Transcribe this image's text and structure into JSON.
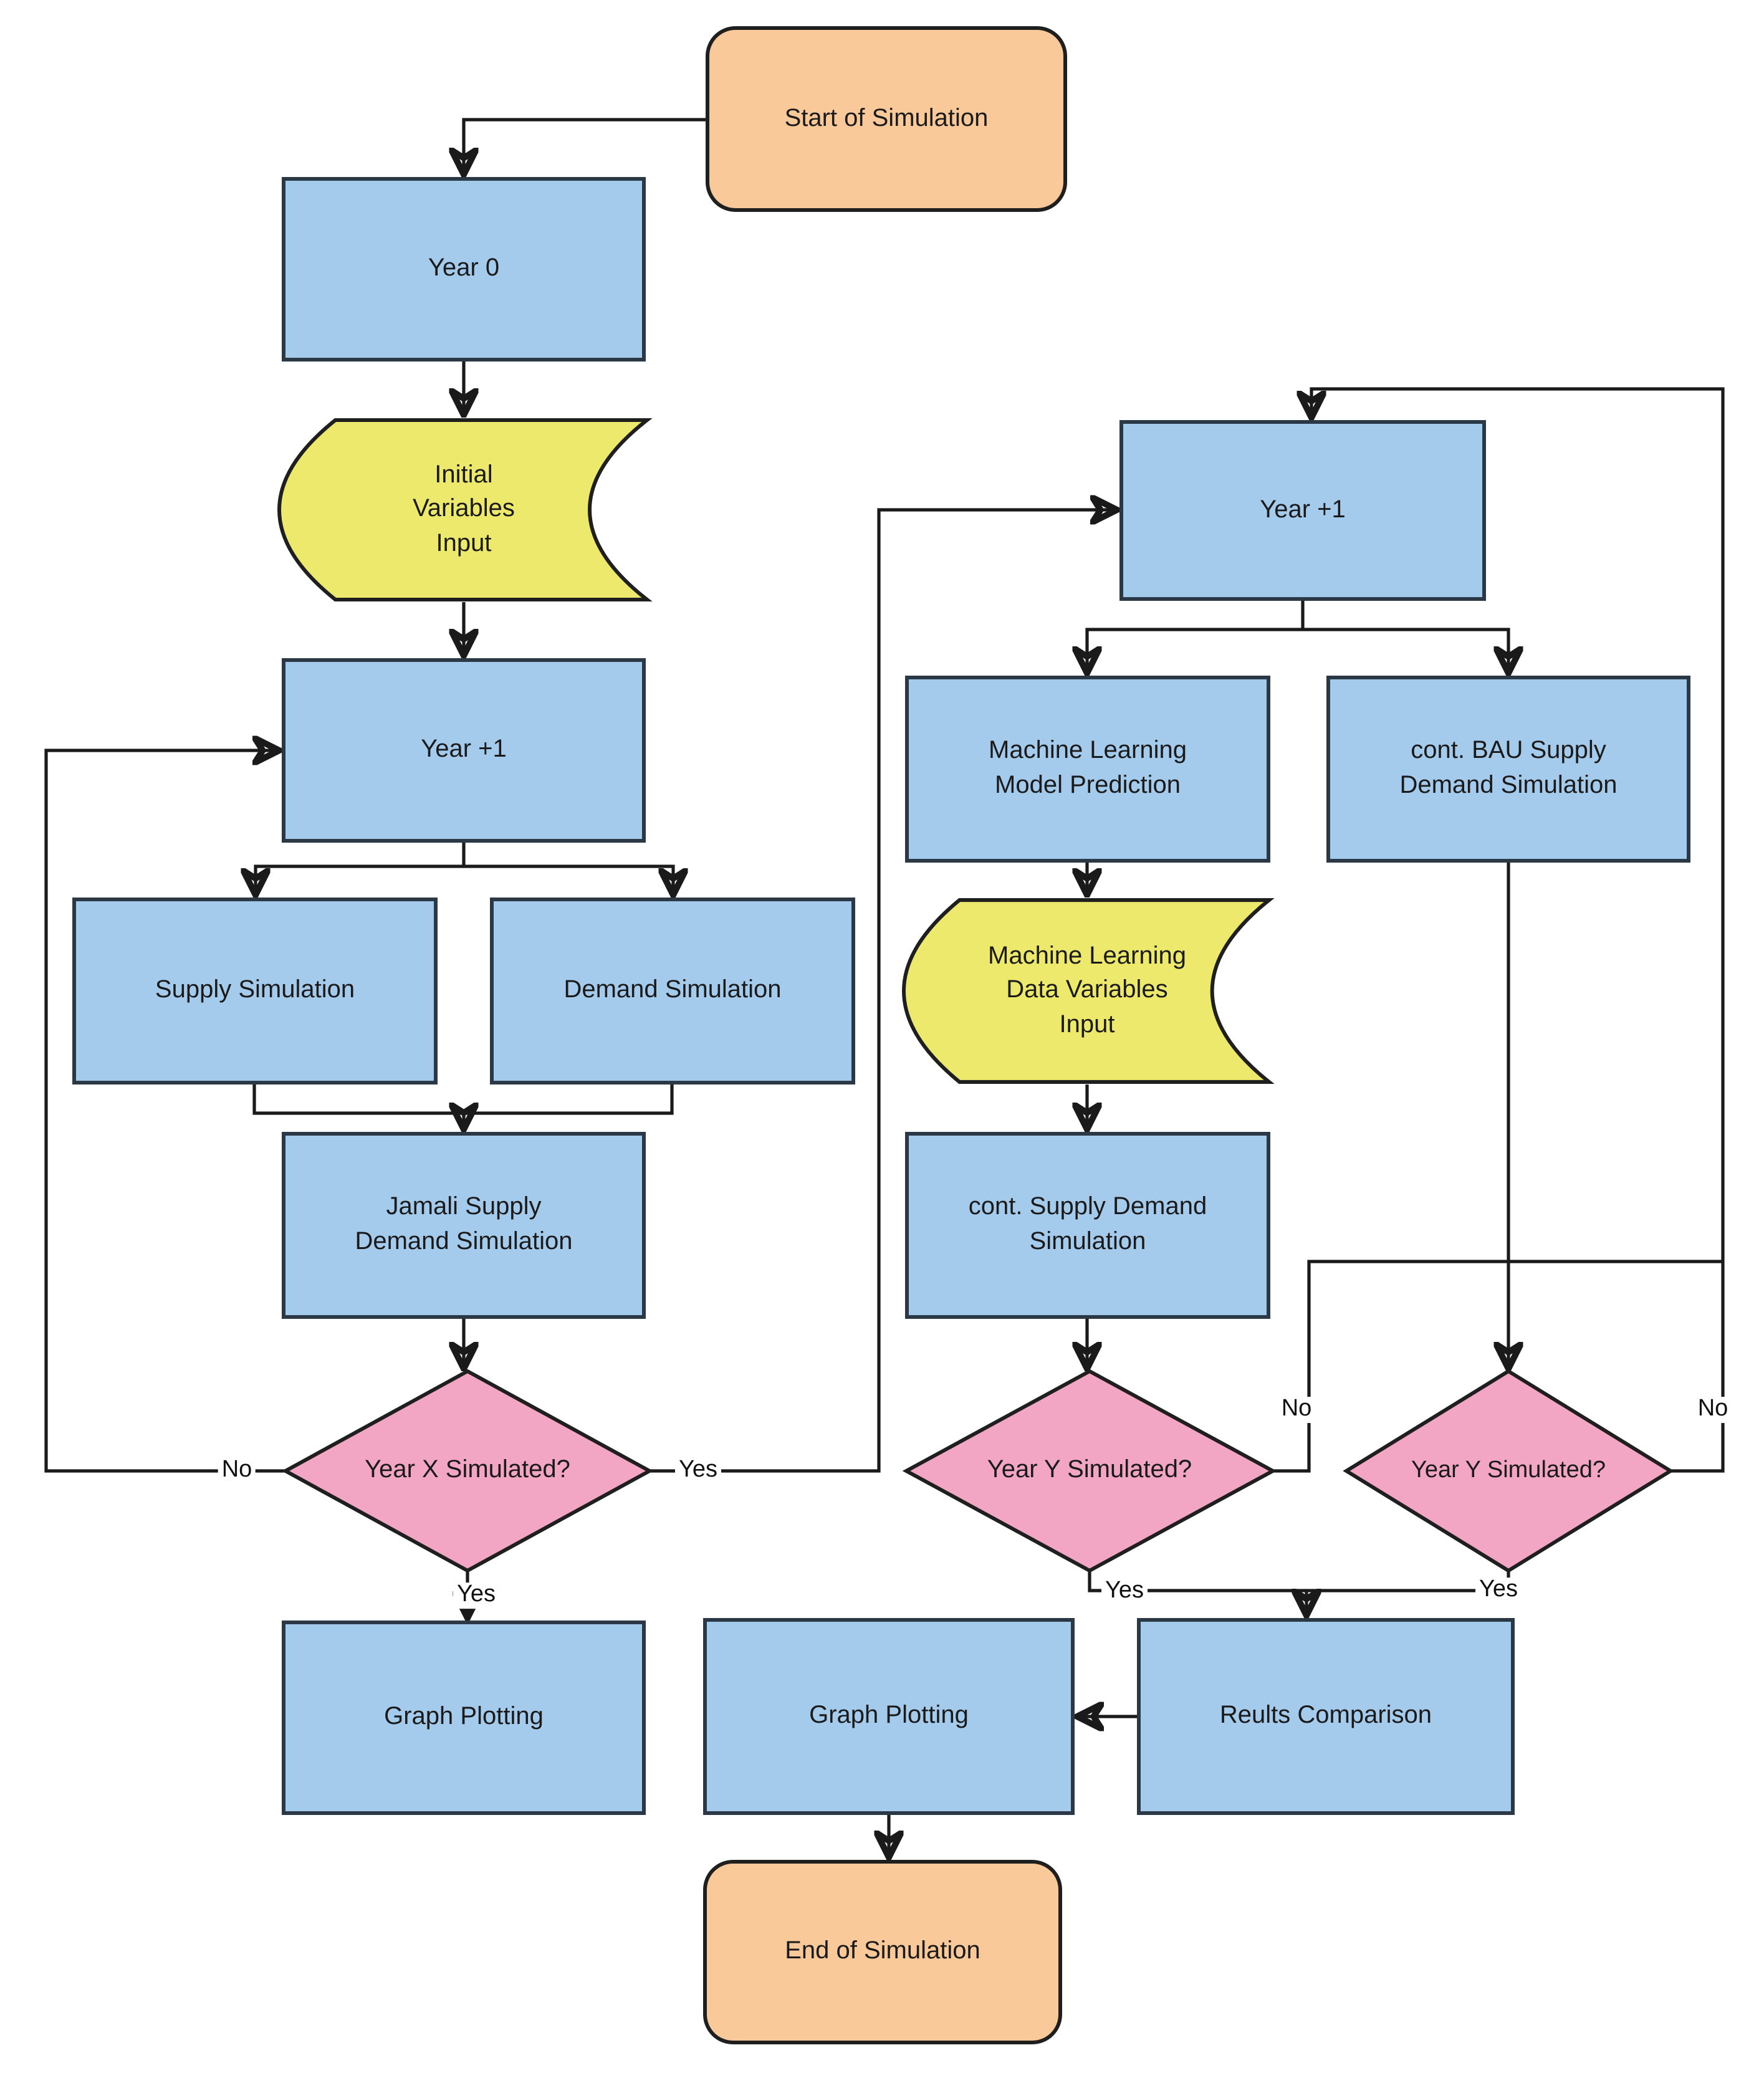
{
  "diagram": {
    "kind": "flowchart",
    "colors": {
      "process_fill": "#a5cbec",
      "terminator_fill": "#f9c999",
      "decision_fill": "#f3a6c3",
      "stored_data_fill": "#ece96d",
      "border": "#2b3947",
      "line": "#1a1a1a",
      "background": "#ffffff"
    },
    "nodes": {
      "start": {
        "label": "Start of Simulation",
        "type": "terminator"
      },
      "year0": {
        "label": "Year 0",
        "type": "process"
      },
      "initial_input": {
        "label": "Initial\nVariables\nInput",
        "type": "stored-data"
      },
      "year_plus1_left": {
        "label": "Year +1",
        "type": "process"
      },
      "supply": {
        "label": "Supply Simulation",
        "type": "process"
      },
      "demand": {
        "label": "Demand Simulation",
        "type": "process"
      },
      "jamali": {
        "label": "Jamali Supply\nDemand Simulation",
        "type": "process"
      },
      "year_x_decision": {
        "label": "Year X Simulated?",
        "type": "decision"
      },
      "graph_left": {
        "label": "Graph Plotting",
        "type": "process"
      },
      "year_plus1_right": {
        "label": "Year +1",
        "type": "process"
      },
      "ml_prediction": {
        "label": "Machine Learning\nModel Prediction",
        "type": "process"
      },
      "bau": {
        "label": "cont. BAU Supply\nDemand Simulation",
        "type": "process"
      },
      "ml_input": {
        "label": "Machine Learning\nData Variables\nInput",
        "type": "stored-data"
      },
      "cont_supply_demand": {
        "label": "cont. Supply Demand\nSimulation",
        "type": "process"
      },
      "year_y_decision_1": {
        "label": "Year Y Simulated?",
        "type": "decision"
      },
      "year_y_decision_2": {
        "label": "Year Y Simulated?",
        "type": "decision"
      },
      "graph_center": {
        "label": "Graph Plotting",
        "type": "process"
      },
      "results": {
        "label": "Reults Comparison",
        "type": "process"
      },
      "end": {
        "label": "End of Simulation",
        "type": "terminator"
      }
    },
    "edge_labels": {
      "x_no": "No",
      "x_yes_right": "Yes",
      "x_yes_down": "Yes",
      "y1_no": "No",
      "y2_no": "No",
      "y1_yes": "Yes",
      "y2_yes": "Yes"
    }
  }
}
